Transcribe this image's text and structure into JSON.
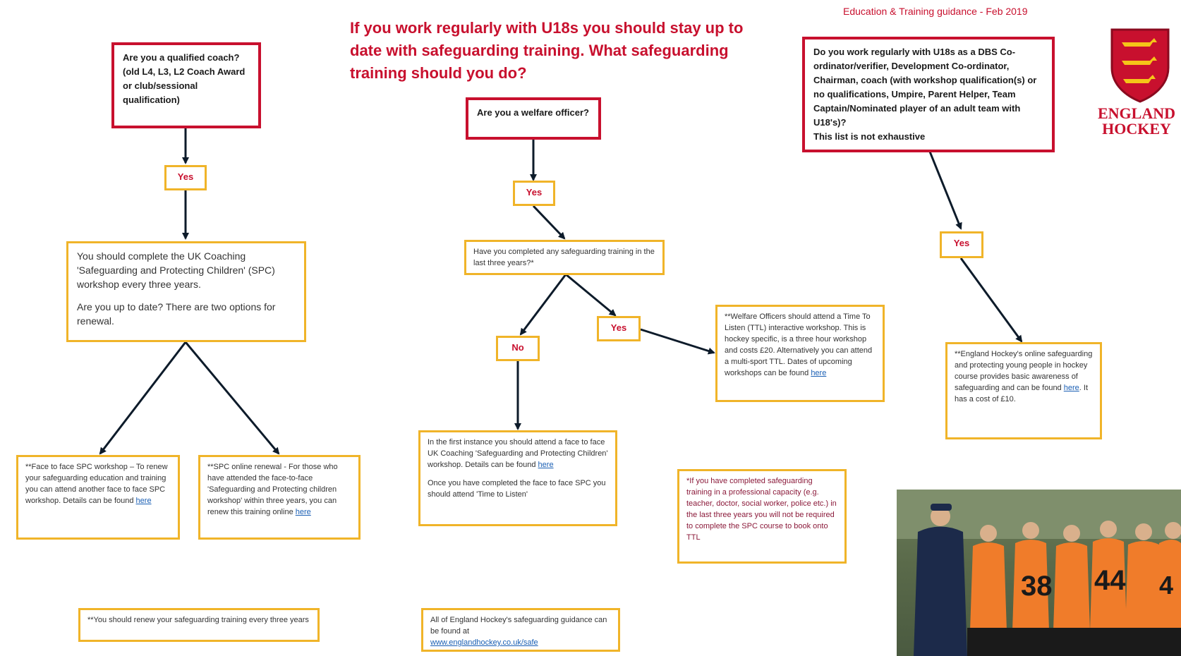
{
  "header": {
    "date_line": "Education & Training guidance - Feb 2019",
    "headline": "If you work regularly with U18s you should stay up to date with safeguarding training. What safeguarding training should you do?"
  },
  "brand": {
    "line1": "ENGLAND",
    "line2": "HOCKEY"
  },
  "left": {
    "question": "Are you a qualified coach? (old L4, L3, L2 Coach Award or club/sessional qualification)",
    "yes": "Yes",
    "info_p1": "You should complete the UK Coaching 'Safeguarding and Protecting Children' (SPC) workshop every three years.",
    "info_p2": "Are you up to date? There are two options for renewal.",
    "opt1_text": "**Face to face SPC workshop – To renew your safeguarding education and training you can attend another face to face SPC workshop. Details can be found",
    "opt1_link": "here",
    "opt2_text": "**SPC online renewal - For those who have attended the face-to-face 'Safeguarding and Protecting children workshop' within three years, you can renew this training online",
    "opt2_link": "here",
    "note": "**You should renew your safeguarding training every three years"
  },
  "middle": {
    "question": "Are you a welfare officer?",
    "yes": "Yes",
    "q2": "Have you completed any safeguarding training in the last three years?*",
    "no": "No",
    "yes2": "Yes",
    "no_p1_text": "In the first instance you should attend a face to face UK Coaching 'Safeguarding and Protecting Children' workshop. Details can be found",
    "no_p1_link": "here",
    "no_p2": "Once you have completed the face to face SPC you should attend 'Time to Listen'",
    "ttl_text": "**Welfare Officers should attend a Time To Listen (TTL) interactive workshop. This is hockey specific, is a three hour workshop and costs £20. Alternatively you can attend a multi-sport TTL. Dates of upcoming workshops can be found",
    "ttl_link": "here",
    "footnote": "*If you have completed safeguarding training in a professional capacity (e.g. teacher, doctor, social worker, police etc.) in the last three years you will not be required to complete the SPC course to book onto TTL",
    "all_text": "All of England Hockey's safeguarding guidance can be found at",
    "all_link": "www.englandhockey.co.uk/safe"
  },
  "right": {
    "question": "Do you work regularly with U18s as a DBS Co-ordinator/verifier, Development Co-ordinator, Chairman, coach (with workshop qualification(s) or no qualifications, Umpire, Parent Helper, Team Captain/Nominated player of an adult team with U18's)?",
    "question_note": "This list is not exhaustive",
    "yes": "Yes",
    "online_text": "**England Hockey's online safeguarding and protecting young people in hockey course provides basic awareness of safeguarding and can be found",
    "online_link": "here",
    "online_tail": ". It has a cost of £10."
  },
  "photo": {
    "shirt1": "38",
    "shirt2": "44",
    "shirt3": "4"
  },
  "colors": {
    "red": "#c8102e",
    "amber": "#f0b429",
    "arrow": "#0d1b2a"
  }
}
